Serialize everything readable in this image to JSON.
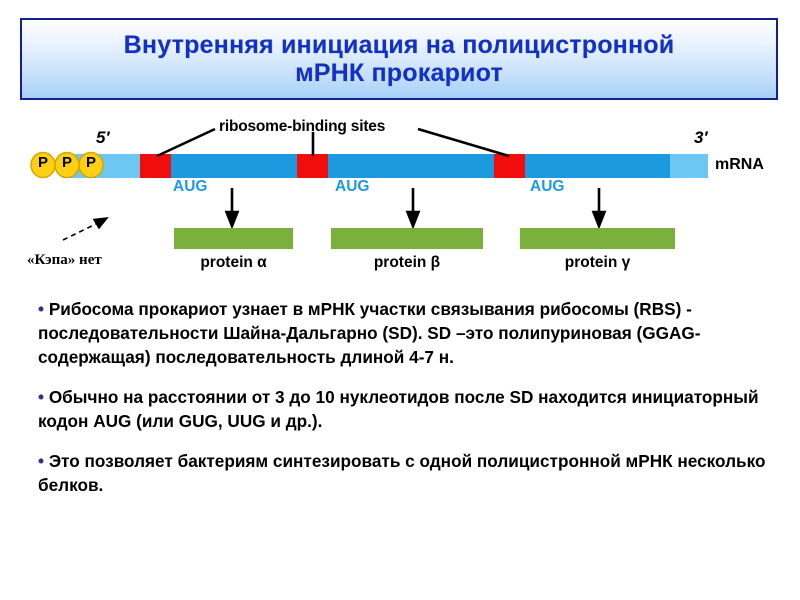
{
  "slide": {
    "title": "Внутренняя инициация на полицистронной\nмРНК прокариот",
    "title_color": "#1330c4",
    "border_color": "#12218e"
  },
  "diagram": {
    "name": "polycistronic-mrna-translation-diagram",
    "rbs_label": "ribosome-binding sites",
    "five_prime_label": "5′",
    "three_prime_label": "3′",
    "mrna_label": "mRNA",
    "no_cap_label": "«Кэпа» нет",
    "phosphate_label": "P",
    "phosphate_count": 3,
    "start_codons": [
      "AUG",
      "AUG",
      "AUG"
    ],
    "proteins": [
      "protein α",
      "protein β",
      "protein γ"
    ],
    "colors": {
      "utr": "#6ec6f2",
      "coding": "#1b9ae0",
      "rbs": "#f20d0d",
      "protein": "#7cb03c",
      "phosphate": "#fdd016",
      "phosphate_edge": "#d9a400",
      "arrow": "#000000"
    }
  },
  "body": {
    "bullet_glyph": "•",
    "paragraphs": [
      "Рибосома прокариот узнает в мРНК участки связывания рибосомы (RBS) - последовательности Шайна-Дальгарно (SD). SD –это полипуриновая (GGAG-содержащая) последовательность длиной 4-7 н.",
      "Обычно на расстоянии от 3 до 10 нуклеотидов после SD находится инициаторный кодон AUG (или GUG, UUG и др.).",
      "Это позволяет бактериям синтезировать с одной полицистронной мРНК несколько белков."
    ]
  }
}
